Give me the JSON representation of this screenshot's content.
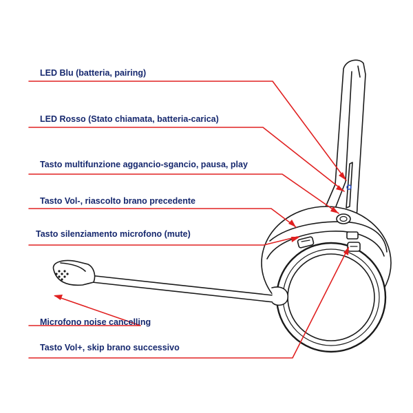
{
  "colors": {
    "label_text": "#16286e",
    "leader_line": "#e02020",
    "outline": "#1a1a1a",
    "led_blue": "#2a4fd0"
  },
  "labels": {
    "led_blue": "LED Blu (batteria, pairing)",
    "led_red": "LED Rosso (Stato chiamata, batteria-carica)",
    "multifunction": "Tasto multifunzione aggancio-sgancio, pausa, play",
    "vol_minus": "Tasto Vol-, riascolto brano precedente",
    "mute": "Tasto silenziamento microfono (mute)",
    "microphone": "Microfono noise cancelling",
    "vol_plus": "Tasto Vol+, skip brano successivo"
  }
}
